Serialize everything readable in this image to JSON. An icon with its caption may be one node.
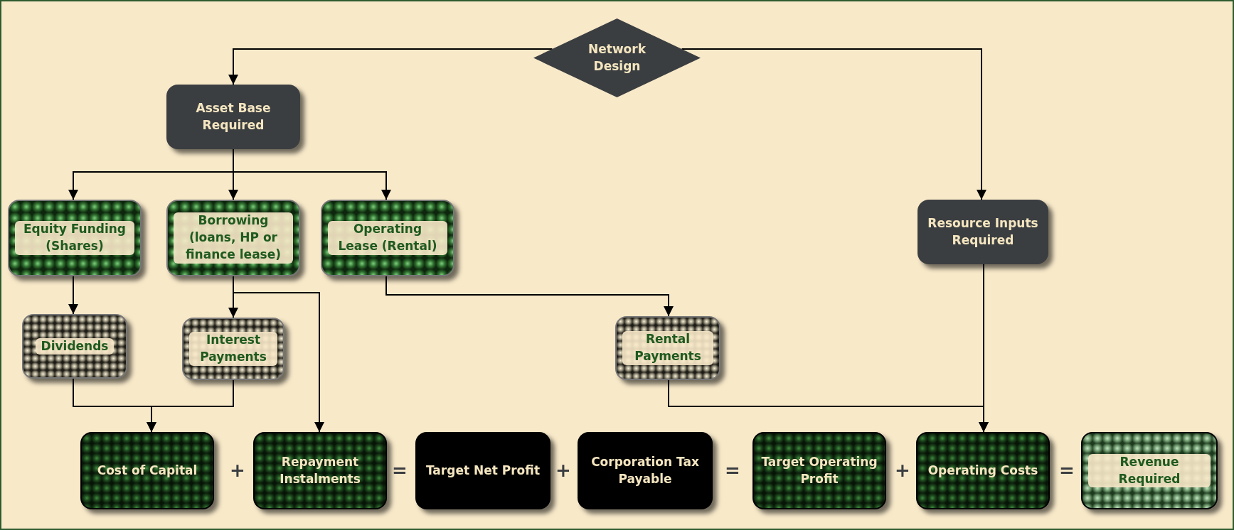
{
  "diagram": {
    "nodes": [
      {
        "text": [
          "Network Design"
        ]
      },
      {
        "text": [
          "Asset Base Required"
        ]
      },
      {
        "text": [
          "Equity Funding (Shares)"
        ]
      },
      {
        "text": [
          "Borrowing (loans, HP or finance lease)"
        ]
      },
      {
        "text": [
          "Operating Lease (Rental)"
        ]
      },
      {
        "text": [
          "Resource Inputs Required"
        ]
      },
      {
        "text": [
          "Dividends"
        ]
      },
      {
        "text": [
          "Interest Payments"
        ]
      },
      {
        "text": [
          "Rental Payments"
        ]
      },
      {
        "text": [
          "Cost of Capital"
        ]
      },
      {
        "text": [
          "Repayment Instalments"
        ]
      },
      {
        "text": [
          "Target Net Profit"
        ]
      },
      {
        "text": [
          "Corporation Tax Payable"
        ]
      },
      {
        "text": [
          "Target Operating Profit"
        ]
      },
      {
        "text": [
          "Operating Costs"
        ]
      },
      {
        "text": [
          "Revenue Required"
        ]
      }
    ],
    "edges": [
      {
        "from": 0,
        "to": 1,
        "arrow": "to"
      },
      {
        "from": 0,
        "to": 5,
        "arrow": "to"
      },
      {
        "from": 1,
        "to": 2,
        "arrow": "to"
      },
      {
        "from": 1,
        "to": 3,
        "arrow": "to"
      },
      {
        "from": 1,
        "to": 4,
        "arrow": "to"
      },
      {
        "from": 2,
        "to": 6,
        "arrow": "to"
      },
      {
        "from": 3,
        "to": 7,
        "arrow": "to"
      },
      {
        "from": 3,
        "to": 10,
        "arrow": "to"
      },
      {
        "from": 4,
        "to": 8,
        "arrow": "to"
      },
      {
        "from": 6,
        "to": 9,
        "arrow": "to"
      },
      {
        "from": 7,
        "to": 9,
        "arrow": "to"
      },
      {
        "from": 8,
        "to": 14,
        "arrow": "to"
      },
      {
        "from": 5,
        "to": 14,
        "arrow": "to"
      }
    ],
    "labels": [
      "+",
      "=",
      "+",
      "=",
      "+",
      "="
    ]
  }
}
